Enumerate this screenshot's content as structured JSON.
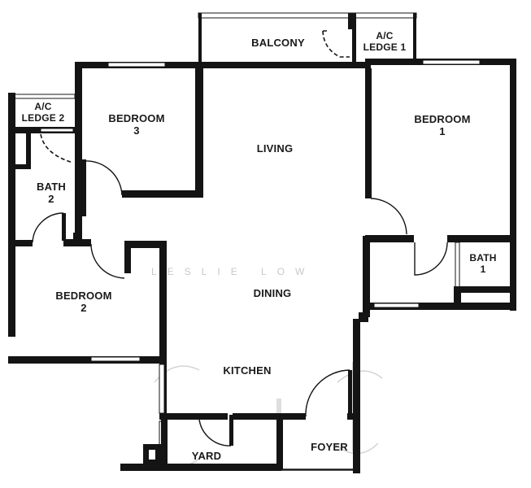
{
  "floor_plan": {
    "rooms": {
      "balcony": {
        "label": "BALCONY"
      },
      "ac_ledge_1": {
        "line1": "A/C",
        "line2": "LEDGE 1"
      },
      "ac_ledge_2": {
        "line1": "A/C",
        "line2": "LEDGE 2"
      },
      "bedroom_1": {
        "line1": "BEDROOM",
        "line2": "1"
      },
      "bedroom_2": {
        "line1": "BEDROOM",
        "line2": "2"
      },
      "bedroom_3": {
        "line1": "BEDROOM",
        "line2": "3"
      },
      "bath_1": {
        "line1": "BATH",
        "line2": "1"
      },
      "bath_2": {
        "line1": "BATH",
        "line2": "2"
      },
      "living": {
        "label": "LIVING"
      },
      "dining": {
        "label": "DINING"
      },
      "kitchen": {
        "label": "KITCHEN"
      },
      "yard": {
        "label": "YARD"
      },
      "foyer": {
        "label": "FOYER"
      }
    },
    "watermark": "LESLIE LOW",
    "colors": {
      "wall": "#141414",
      "background": "#ffffff",
      "watermark": "#c8c8c8"
    }
  }
}
